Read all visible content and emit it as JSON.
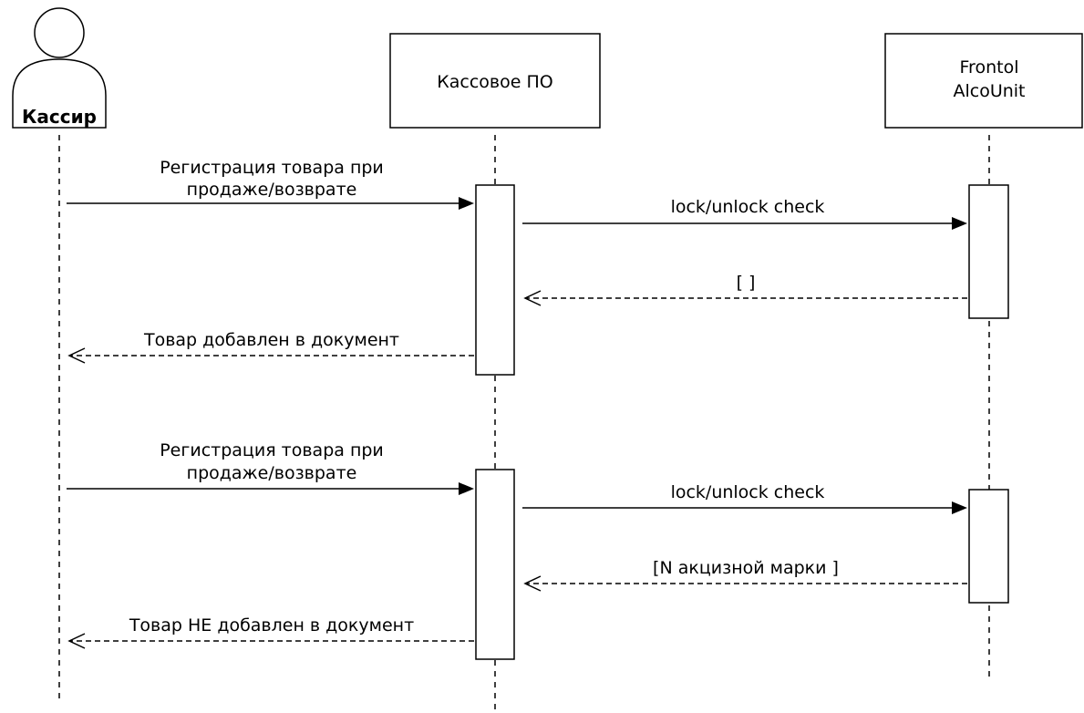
{
  "participants": {
    "cashier": {
      "name": "Кассир"
    },
    "pos": {
      "name": "Кассовое ПО"
    },
    "frontol": {
      "line1": "Frontol",
      "line2": "AlcoUnit"
    }
  },
  "messages": [
    {
      "line1": "Регистрация товара при",
      "line2": "продаже/возврате"
    },
    {
      "text": "lock/unlock check"
    },
    {
      "text": "[ ]"
    },
    {
      "text": "Товар добавлен в документ"
    },
    {
      "line1": "Регистрация товара при",
      "line2": "продаже/возврате"
    },
    {
      "text": "lock/unlock check"
    },
    {
      "text": "[N акцизной марки ]"
    },
    {
      "text": "Товар НЕ добавлен в документ"
    }
  ]
}
